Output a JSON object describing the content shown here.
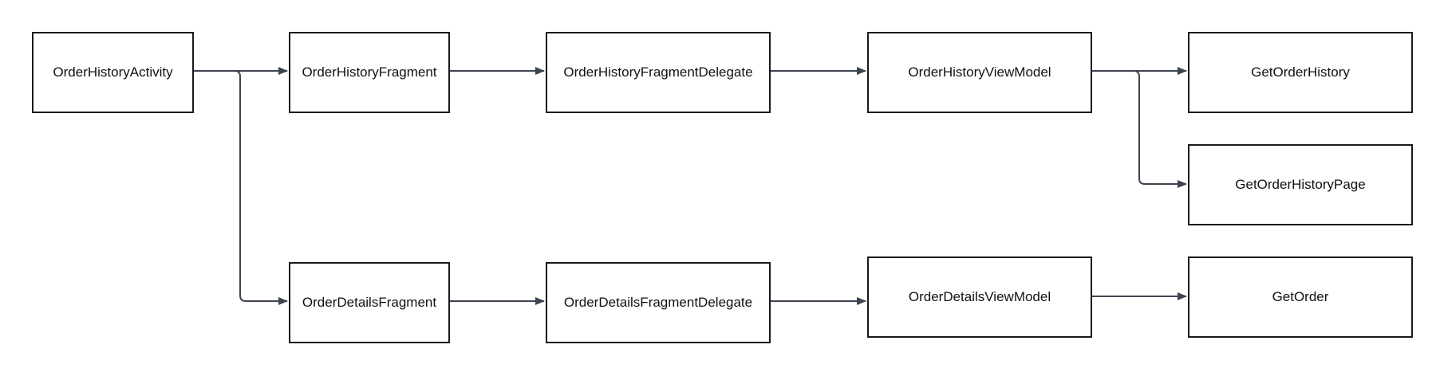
{
  "diagram": {
    "nodes": [
      {
        "id": "activity",
        "label": "OrderHistoryActivity"
      },
      {
        "id": "history_fragment",
        "label": "OrderHistoryFragment"
      },
      {
        "id": "history_delegate",
        "label": "OrderHistoryFragmentDelegate"
      },
      {
        "id": "history_viewmodel",
        "label": "OrderHistoryViewModel"
      },
      {
        "id": "get_order_history",
        "label": "GetOrderHistory"
      },
      {
        "id": "get_order_history_page",
        "label": "GetOrderHistoryPage"
      },
      {
        "id": "details_fragment",
        "label": "OrderDetailsFragment"
      },
      {
        "id": "details_delegate",
        "label": "OrderDetailsFragmentDelegate"
      },
      {
        "id": "details_viewmodel",
        "label": "OrderDetailsViewModel"
      },
      {
        "id": "get_order",
        "label": "GetOrder"
      }
    ],
    "edges": [
      {
        "from": "activity",
        "to": "history_fragment"
      },
      {
        "from": "activity",
        "to": "details_fragment"
      },
      {
        "from": "history_fragment",
        "to": "history_delegate"
      },
      {
        "from": "history_delegate",
        "to": "history_viewmodel"
      },
      {
        "from": "history_viewmodel",
        "to": "get_order_history"
      },
      {
        "from": "history_viewmodel",
        "to": "get_order_history_page"
      },
      {
        "from": "details_fragment",
        "to": "details_delegate"
      },
      {
        "from": "details_delegate",
        "to": "details_viewmodel"
      },
      {
        "from": "details_viewmodel",
        "to": "get_order"
      }
    ],
    "colors": {
      "edge": "#3d4350",
      "node_border": "#1a1a1a"
    }
  }
}
